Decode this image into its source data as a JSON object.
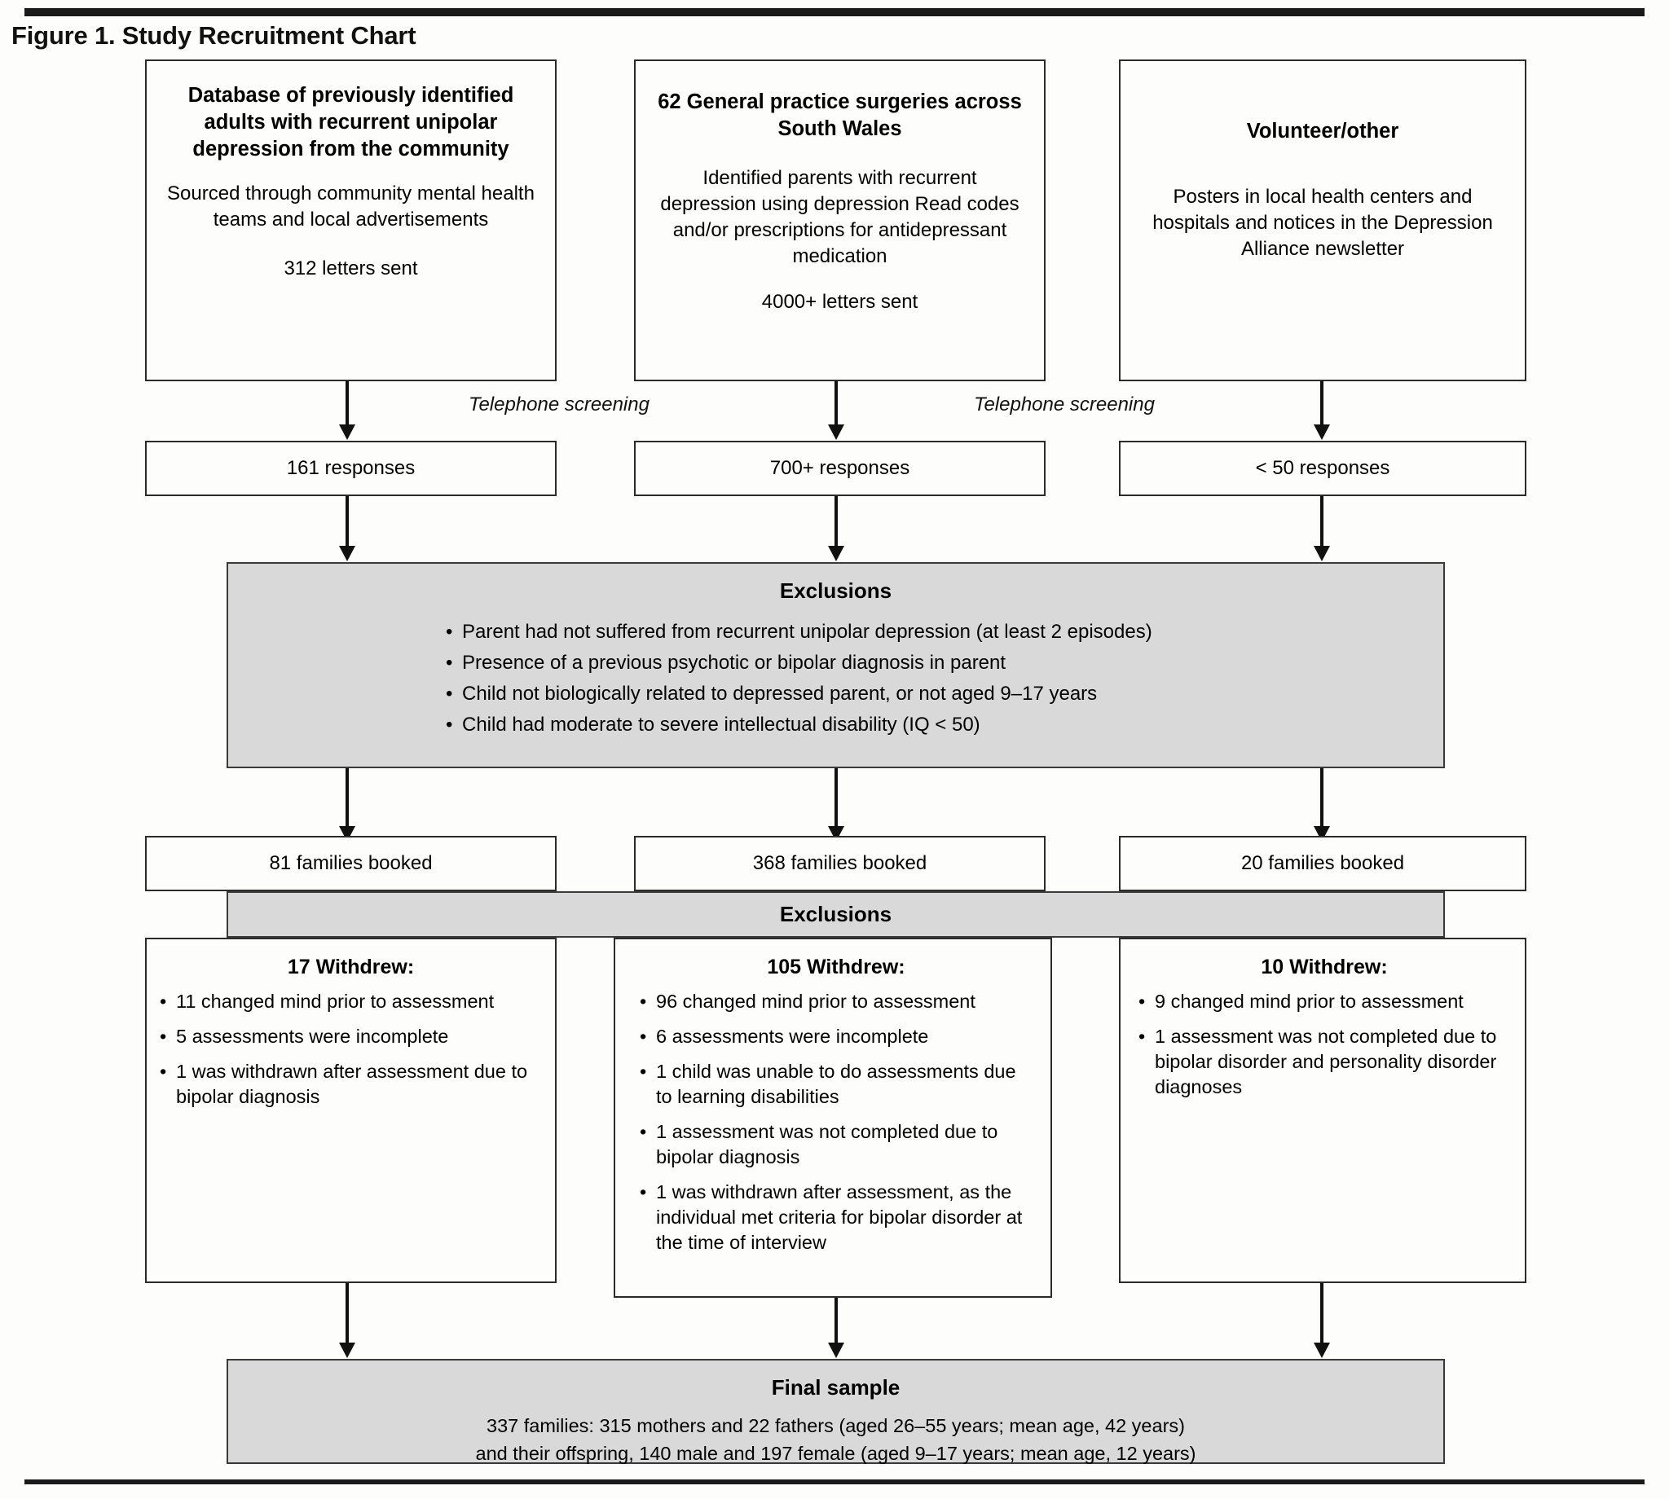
{
  "figure": {
    "title": "Figure 1. Study Recruitment Chart"
  },
  "sources": [
    {
      "title": "Database of previously identified adults with recurrent unipolar depression from the community",
      "detail": "Sourced through community mental health teams and local advertisements",
      "count": "312 letters sent"
    },
    {
      "title": "62 General practice surgeries across South Wales",
      "detail": "Identified parents with recurrent depression using depression Read codes and/or prescriptions for antidepressant medication",
      "count": "4000+ letters sent"
    },
    {
      "title": "Volunteer/other",
      "detail": "Posters in local health centers and hospitals and notices in the Depression Alliance newsletter",
      "count": ""
    }
  ],
  "screening_labels": {
    "left": "Telephone screening",
    "middle": "Telephone screening"
  },
  "responses": [
    "161 responses",
    "700+ responses",
    "< 50 responses"
  ],
  "exclusions_1": {
    "heading": "Exclusions",
    "items": [
      "Parent had not suffered from recurrent unipolar depression (at least 2 episodes)",
      "Presence of a previous psychotic or bipolar diagnosis in parent",
      "Child not biologically related to depressed parent, or not aged 9–17 years",
      "Child had moderate to severe intellectual disability (IQ < 50)"
    ]
  },
  "booked": [
    "81 families booked",
    "368 families booked",
    "20 families booked"
  ],
  "exclusions_2": {
    "heading": "Exclusions"
  },
  "withdrew": [
    {
      "title": "17 Withdrew:",
      "items": [
        "11 changed mind prior to assessment",
        "5 assessments were incomplete",
        "1 was withdrawn after assessment due to bipolar diagnosis"
      ]
    },
    {
      "title": "105 Withdrew:",
      "items": [
        "96 changed mind prior to assessment",
        "6 assessments were incomplete",
        "1 child was unable to do assessments due to learning disabilities",
        "1 assessment was not completed due to bipolar diagnosis",
        "1 was withdrawn after assessment, as the individual  met criteria for bipolar disorder at the time of interview"
      ]
    },
    {
      "title": "10 Withdrew:",
      "items": [
        "9 changed mind prior to assessment",
        "1 assessment was not completed due to bipolar disorder and personality disorder diagnoses"
      ]
    }
  ],
  "final_sample": {
    "heading": "Final sample",
    "line1": "337 families: 315 mothers and 22 fathers (aged 26–55 years; mean age, 42 years)",
    "line2": "and their offspring, 140 male and 197 female (aged 9–17 years; mean age, 12 years)"
  },
  "colors": {
    "shaded_box": "#d9d9d9",
    "border": "#2b2b2b",
    "page": "#fdfdfb"
  }
}
